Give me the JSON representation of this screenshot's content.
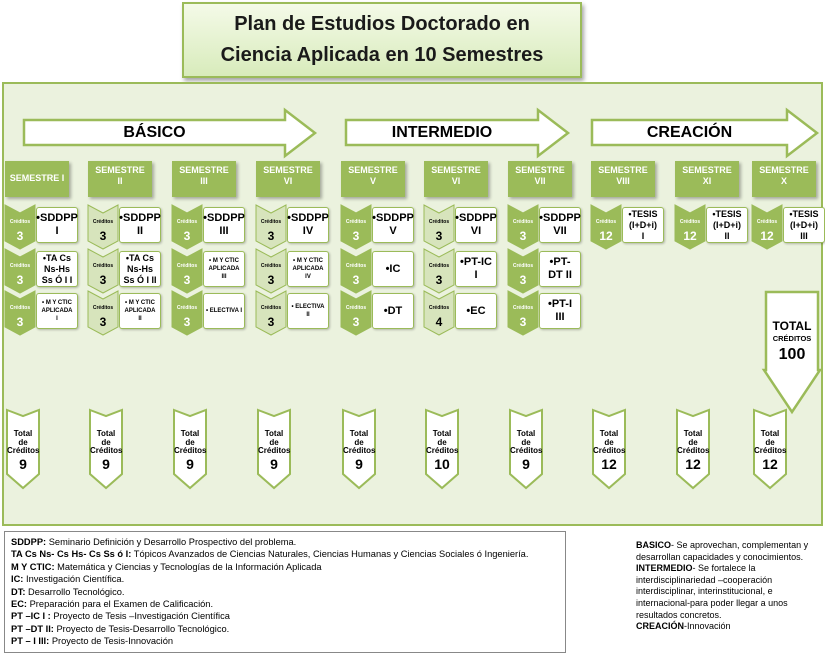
{
  "title": {
    "line1": "Plan de Estudios Doctorado en",
    "line2": "Ciencia Aplicada en 10 Semestres"
  },
  "stages": [
    {
      "label": "BÁSICO"
    },
    {
      "label": "INTERMEDIO"
    },
    {
      "label": "CREACIÓN"
    }
  ],
  "semesters": [
    {
      "l1": "SEMESTRE I",
      "l2": ""
    },
    {
      "l1": "SEMESTRE",
      "l2": "II"
    },
    {
      "l1": "SEMESTRE",
      "l2": "III"
    },
    {
      "l1": "SEMESTRE",
      "l2": "VI"
    },
    {
      "l1": "SEMESTRE",
      "l2": "V"
    },
    {
      "l1": "SEMESTRE",
      "l2": "VI"
    },
    {
      "l1": "SEMESTRE",
      "l2": "VII"
    },
    {
      "l1": "SEMESTRE",
      "l2": "VIII"
    },
    {
      "l1": "SEMESTRE",
      "l2": "XI"
    },
    {
      "l1": "SEMESTRE",
      "l2": "X"
    }
  ],
  "credit_word": "Créditos",
  "courses": [
    [
      {
        "credits": "3",
        "lines": [
          "•SDDPP",
          "I"
        ],
        "size": "big"
      },
      {
        "credits": "3",
        "lines": [
          "•TA Cs",
          "Ns-Hs",
          "Ss Ó I I"
        ],
        "size": "mid"
      },
      {
        "credits": "3",
        "lines": [
          "• M Y CTIC",
          "APLICADA",
          "I"
        ],
        "size": "small"
      }
    ],
    [
      {
        "credits": "3",
        "lines": [
          "•SDDPP",
          "II"
        ],
        "size": "big"
      },
      {
        "credits": "3",
        "lines": [
          "•TA Cs",
          "Ns-Hs",
          "Ss Ó I II"
        ],
        "size": "mid"
      },
      {
        "credits": "3",
        "lines": [
          "• M Y CTIC",
          "APLICADA",
          "II"
        ],
        "size": "small"
      }
    ],
    [
      {
        "credits": "3",
        "lines": [
          "•SDDPP",
          "III"
        ],
        "size": "big"
      },
      {
        "credits": "3",
        "lines": [
          "• M Y CTIC",
          "APLICADA",
          "III"
        ],
        "size": "small"
      },
      {
        "credits": "3",
        "lines": [
          "• ELECTIVA I"
        ],
        "size": "small"
      }
    ],
    [
      {
        "credits": "3",
        "lines": [
          "•SDDPP",
          "IV"
        ],
        "size": "big"
      },
      {
        "credits": "3",
        "lines": [
          "• M Y CTIC",
          "APLICADA",
          "IV"
        ],
        "size": "small"
      },
      {
        "credits": "3",
        "lines": [
          "• ELECTIVA",
          "II"
        ],
        "size": "small"
      }
    ],
    [
      {
        "credits": "3",
        "lines": [
          "•SDDPP",
          "V"
        ],
        "size": "big"
      },
      {
        "credits": "3",
        "lines": [
          "•IC"
        ],
        "size": "big"
      },
      {
        "credits": "3",
        "lines": [
          "•DT"
        ],
        "size": "big"
      }
    ],
    [
      {
        "credits": "3",
        "lines": [
          "•SDDPP",
          "VI"
        ],
        "size": "big"
      },
      {
        "credits": "3",
        "lines": [
          "•PT-IC",
          "I"
        ],
        "size": "big"
      },
      {
        "credits": "4",
        "lines": [
          "•EC"
        ],
        "size": "big"
      }
    ],
    [
      {
        "credits": "3",
        "lines": [
          "•SDDPP",
          "VII"
        ],
        "size": "big"
      },
      {
        "credits": "3",
        "lines": [
          "•PT-",
          "DT II"
        ],
        "size": "big"
      },
      {
        "credits": "3",
        "lines": [
          "•PT-I",
          "III"
        ],
        "size": "big"
      }
    ],
    [
      {
        "credits": "12",
        "lines": [
          "•TESIS",
          "(I+D+i)",
          "I"
        ],
        "size": "mid"
      }
    ],
    [
      {
        "credits": "12",
        "lines": [
          "•TESIS",
          "(I+D+i)",
          "II"
        ],
        "size": "mid"
      }
    ],
    [
      {
        "credits": "12",
        "lines": [
          "•TESIS",
          "(I+D+i)",
          "III"
        ],
        "size": "mid"
      }
    ]
  ],
  "semester_totals": {
    "label1": "Total",
    "label2": "de",
    "label3": "Créditos",
    "values": [
      "9",
      "9",
      "9",
      "9",
      "9",
      "10",
      "9",
      "12",
      "12",
      "12"
    ]
  },
  "grand_total": {
    "label": "TOTAL",
    "sublabel": "CRÉDITOS",
    "value": "100"
  },
  "legend": [
    {
      "abbr": "SDDPP:",
      "text": " Seminario Definición y Desarrollo Prospectivo del problema."
    },
    {
      "abbr": "TA Cs Ns- Cs Hs- Cs Ss ó I:",
      "text": " Tópicos Avanzados de Ciencias Naturales, Ciencias Humanas y Ciencias Sociales ó Ingeniería."
    },
    {
      "abbr": "M Y CTIC:",
      "text": " Matemática y Ciencias y Tecnologías de la Información Aplicada"
    },
    {
      "abbr": "IC:",
      "text": " Investigación Científica."
    },
    {
      "abbr": "DT:",
      "text": " Desarrollo Tecnológico."
    },
    {
      "abbr": "EC:",
      "text": " Preparación para el Examen de Calificación."
    },
    {
      "abbr": "PT –IC I :",
      "text": " Proyecto de Tesis –Investigación Científica"
    },
    {
      "abbr": "PT –DT II:",
      "text": " Proyecto de Tesis-Desarrollo Tecnológico."
    },
    {
      "abbr": "PT – I III:",
      "text": " Proyecto de Tesis-Innovación"
    }
  ],
  "notes": [
    {
      "abbr": "BASICO",
      "text": "- Se aprovechan, complementan y desarrollan capacidades y conocimientos."
    },
    {
      "abbr": "INTERMEDIO",
      "text": "- Se fortalece la interdisciplinariedad –cooperación interdisciplinar, interinstitucional, e internacional-para poder llegar a unos resultados concretos."
    },
    {
      "abbr": "CREACIÓN",
      "text": "-Innovación"
    }
  ],
  "colors": {
    "green": "#9bbb59",
    "light_green": "#d7e4bc",
    "background": "#ebf2de"
  }
}
